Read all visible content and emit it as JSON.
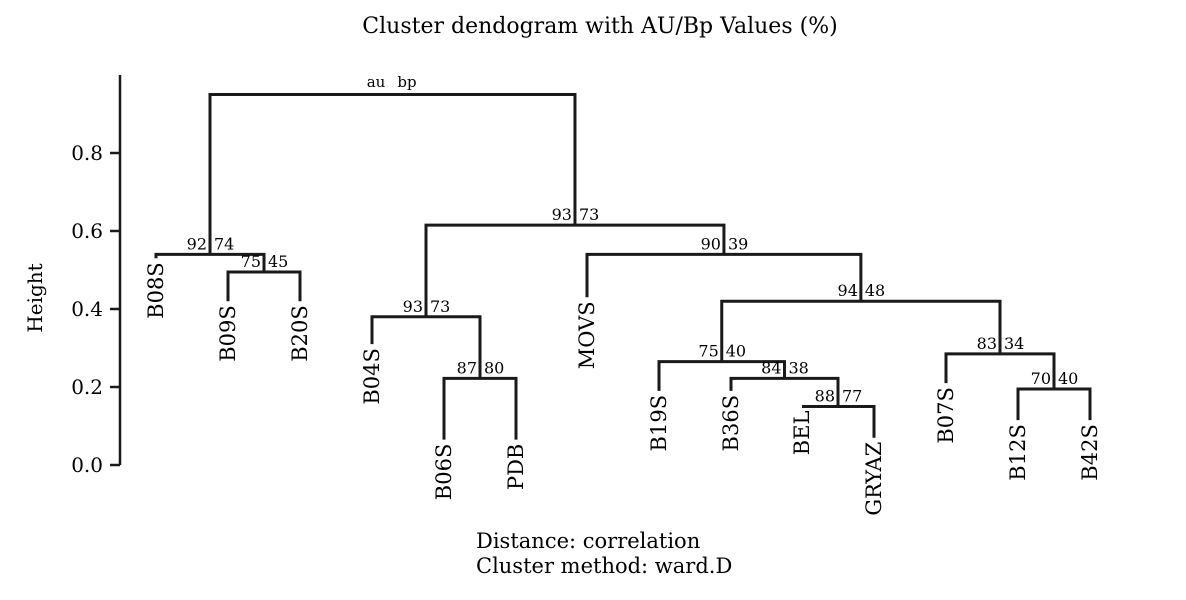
{
  "title": "Cluster dendogram with AU/Bp Values (%)",
  "y_axis_label": "Height",
  "y_ticks": [
    {
      "value": 0.0,
      "label": "0.0"
    },
    {
      "value": 0.2,
      "label": "0.2"
    },
    {
      "value": 0.4,
      "label": "0.4"
    },
    {
      "value": 0.6,
      "label": "0.6"
    },
    {
      "value": 0.8,
      "label": "0.8"
    }
  ],
  "root_label": {
    "au": "au",
    "bp": "bp"
  },
  "leaves": [
    "B08S",
    "B09S",
    "B20S",
    "B04S",
    "B06S",
    "PDB",
    "MOVS",
    "B19S",
    "B36S",
    "BEL",
    "GRYAZ",
    "B07S",
    "B12S",
    "B42S"
  ],
  "merges": [
    {
      "id": "n1",
      "children": [
        "B09S",
        "B20S"
      ],
      "height": 0.495,
      "au": "75",
      "bp": "45"
    },
    {
      "id": "n2",
      "children": [
        "B08S",
        "n1"
      ],
      "height": 0.54,
      "au": "92",
      "bp": "74"
    },
    {
      "id": "n3",
      "children": [
        "B06S",
        "PDB"
      ],
      "height": 0.222,
      "au": "87",
      "bp": "80"
    },
    {
      "id": "n4",
      "children": [
        "B04S",
        "n3"
      ],
      "height": 0.38,
      "au": "93",
      "bp": "73"
    },
    {
      "id": "n5",
      "children": [
        "BEL",
        "GRYAZ"
      ],
      "height": 0.15,
      "au": "88",
      "bp": "77"
    },
    {
      "id": "n6",
      "children": [
        "B36S",
        "n5"
      ],
      "height": 0.222,
      "au": "84",
      "bp": "38"
    },
    {
      "id": "n7",
      "children": [
        "B19S",
        "n6"
      ],
      "height": 0.265,
      "au": "75",
      "bp": "40"
    },
    {
      "id": "n8",
      "children": [
        "B12S",
        "B42S"
      ],
      "height": 0.195,
      "au": "70",
      "bp": "40"
    },
    {
      "id": "n9",
      "children": [
        "B07S",
        "n8"
      ],
      "height": 0.285,
      "au": "83",
      "bp": "34"
    },
    {
      "id": "n10",
      "children": [
        "n7",
        "n9"
      ],
      "height": 0.42,
      "au": "94",
      "bp": "48"
    },
    {
      "id": "n11",
      "children": [
        "MOVS",
        "n10"
      ],
      "height": 0.54,
      "au": "90",
      "bp": "39"
    },
    {
      "id": "n12",
      "children": [
        "n4",
        "n11"
      ],
      "height": 0.615,
      "au": "93",
      "bp": "73"
    },
    {
      "id": "n13",
      "children": [
        "n2",
        "n12"
      ],
      "height": 0.95,
      "au": "",
      "bp": ""
    }
  ],
  "footer": {
    "distance": "Distance: correlation",
    "method": "Cluster method: ward.D"
  }
}
